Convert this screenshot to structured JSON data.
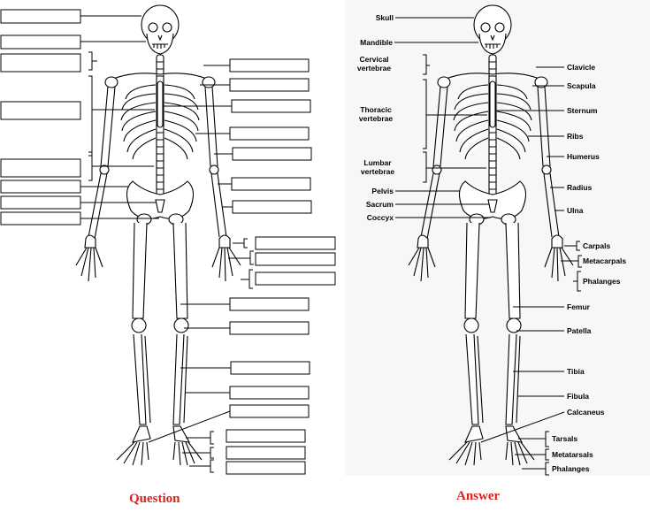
{
  "captions": {
    "question": "Question",
    "answer": "Answer"
  },
  "answer_labels": {
    "skull": "Skull",
    "mandible": "Mandible",
    "cervical_1": "Cervical",
    "cervical_2": "vertebrae",
    "thoracic_1": "Thoracic",
    "thoracic_2": "vertebrae",
    "lumbar_1": "Lumbar",
    "lumbar_2": "vertebrae",
    "pelvis": "Pelvis",
    "sacrum": "Sacrum",
    "coccyx": "Coccyx",
    "clavicle": "Clavicle",
    "scapula": "Scapula",
    "sternum": "Sternum",
    "ribs": "Ribs",
    "humerus": "Humerus",
    "radius": "Radius",
    "ulna": "Ulna",
    "carpals": "Carpals",
    "metacarpals": "Metacarpals",
    "phalanges_hand": "Phalanges",
    "femur": "Femur",
    "patella": "Patella",
    "tibia": "Tibia",
    "fibula": "Fibula",
    "calcaneus": "Calcaneus",
    "tarsals": "Tarsals",
    "metatarsals": "Metatarsals",
    "phalanges_foot": "Phalanges"
  },
  "colors": {
    "caption": "#e0201b",
    "line": "#000000",
    "answer_bg": "#f7f7f7"
  }
}
